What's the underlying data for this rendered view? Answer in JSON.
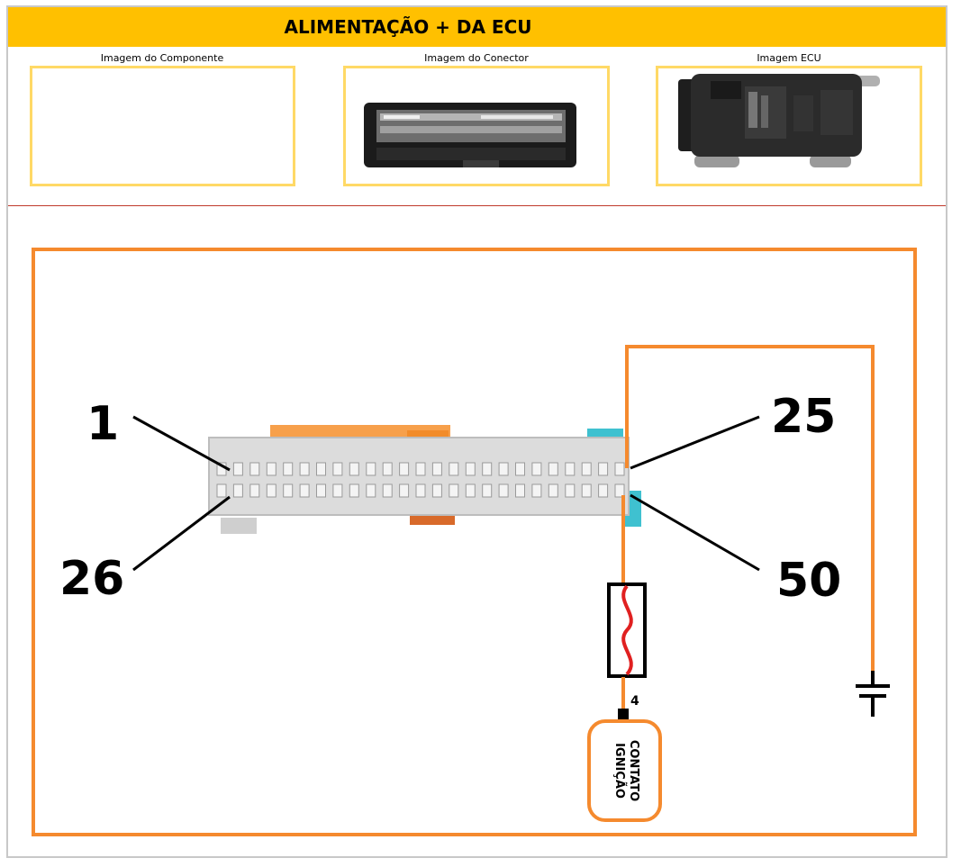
{
  "header": {
    "title": "ALIMENTAÇÃO + DA ECU"
  },
  "panels": [
    {
      "caption": "Imagem do Componente"
    },
    {
      "caption": "Imagem do Conector"
    },
    {
      "caption": "Imagem ECU"
    }
  ],
  "diagram": {
    "pins": {
      "p1": "1",
      "p25": "25",
      "p26": "26",
      "p50": "50"
    },
    "connector_pin_number": "4",
    "switch_label_line1": "CONTATO",
    "switch_label_line2": "IGNIÇÃO"
  },
  "colors": {
    "header": "#ffc000",
    "panel_border": "#ffd966",
    "wire": "#f58a2e",
    "fuse_wire": "#e02020",
    "connector_body": "#d9d9d9",
    "latch_orange": "#f7a04b",
    "latch_cyan": "#3fc1d0"
  }
}
